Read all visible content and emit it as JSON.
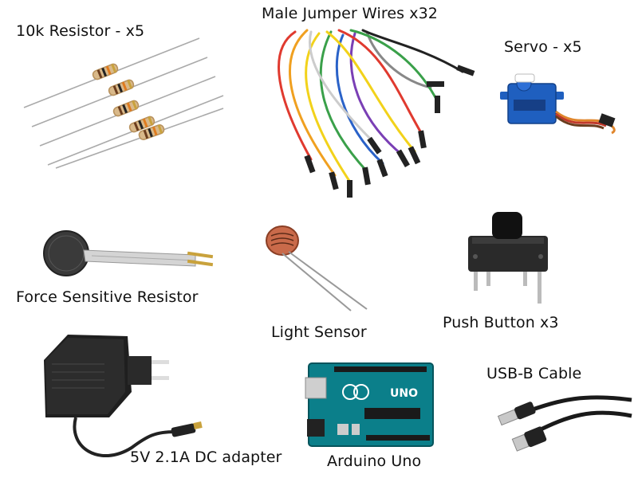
{
  "items": {
    "resistor": {
      "label": "10k Resistor - x5"
    },
    "jumper_wires": {
      "label": "Male Jumper Wires x32"
    },
    "servo": {
      "label": "Servo - x5"
    },
    "fsr": {
      "label": "Force Sensitive Resistor"
    },
    "light_sensor": {
      "label": "Light Sensor"
    },
    "push_button": {
      "label": "Push Button x3"
    },
    "dc_adapter": {
      "label": "5V 2.1A DC adapter"
    },
    "arduino": {
      "label": "Arduino Uno",
      "board_text": "UNO"
    },
    "usb_cable": {
      "label": "USB-B Cable"
    }
  },
  "colors": {
    "wire_palette": [
      "#e03a2f",
      "#f0a020",
      "#f2d21a",
      "#3aa04a",
      "#2a62c8",
      "#7a3fb5",
      "#888888",
      "#ffffff",
      "#222222"
    ],
    "resistor_body": "#d9b98a",
    "servo_blue": "#1f5fbf",
    "arduino_teal": "#0b7f8a"
  }
}
